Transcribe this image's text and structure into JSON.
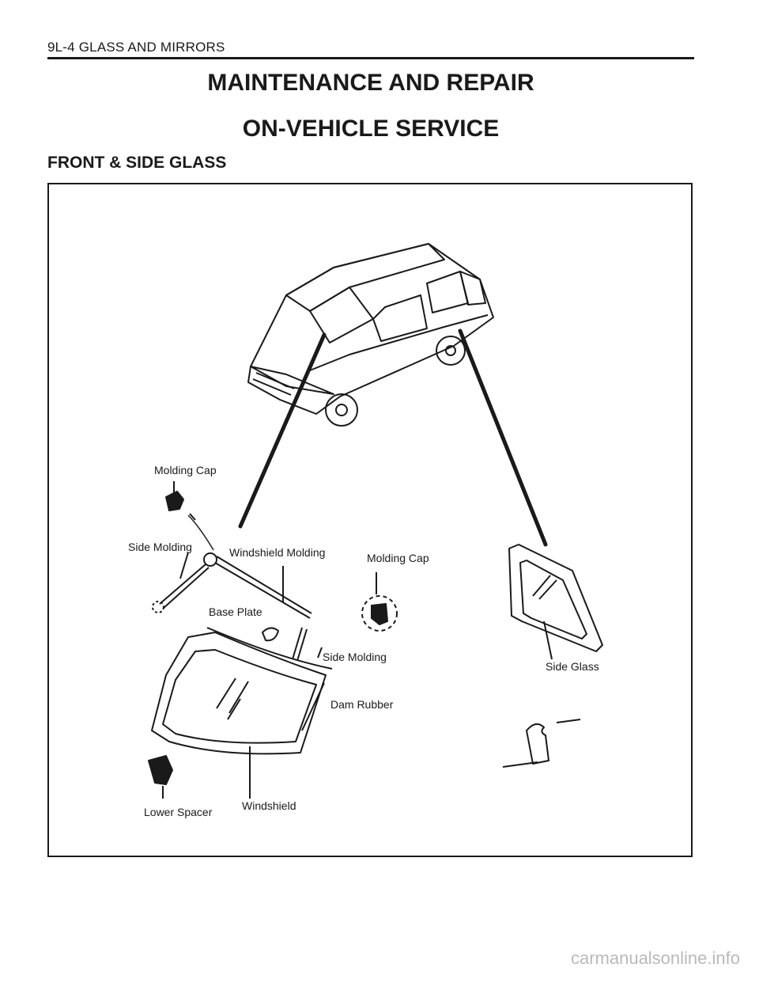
{
  "header": {
    "running_head": "9L-4  GLASS AND MIRRORS"
  },
  "titles": {
    "main": "MAINTENANCE AND REPAIR",
    "sub": "ON-VEHICLE SERVICE"
  },
  "section": {
    "heading": "FRONT & SIDE GLASS"
  },
  "figure": {
    "labels": {
      "molding_cap_top": "Molding Cap",
      "side_molding_left": "Side Molding",
      "windshield_molding": "Windshield Molding",
      "molding_cap_mid": "Molding Cap",
      "base_plate": "Base Plate",
      "side_molding_right": "Side Molding",
      "dam_rubber": "Dam Rubber",
      "side_glass": "Side Glass",
      "lower_spacer": "Lower Spacer",
      "windshield": "Windshield"
    }
  },
  "watermark": "carmanualsonline.info"
}
